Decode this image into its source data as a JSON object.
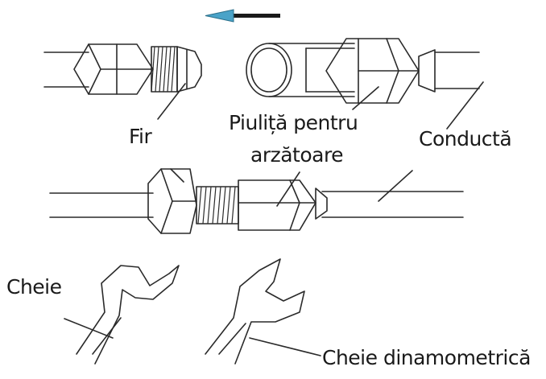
{
  "labels": {
    "thread": "Fir",
    "flare_nut_line1": "Piuliță pentru",
    "flare_nut_line2": "arzătoare",
    "pipe": "Conductă",
    "wrench": "Cheie",
    "torque_wrench": "Cheie dinamometrică"
  },
  "colors": {
    "stroke": "#2a2a2a",
    "arrow_head": "#4aa3c8",
    "arrow_shaft": "#1a1a1a",
    "background": "#ffffff"
  },
  "icons": {
    "direction": "arrow-left-icon"
  }
}
